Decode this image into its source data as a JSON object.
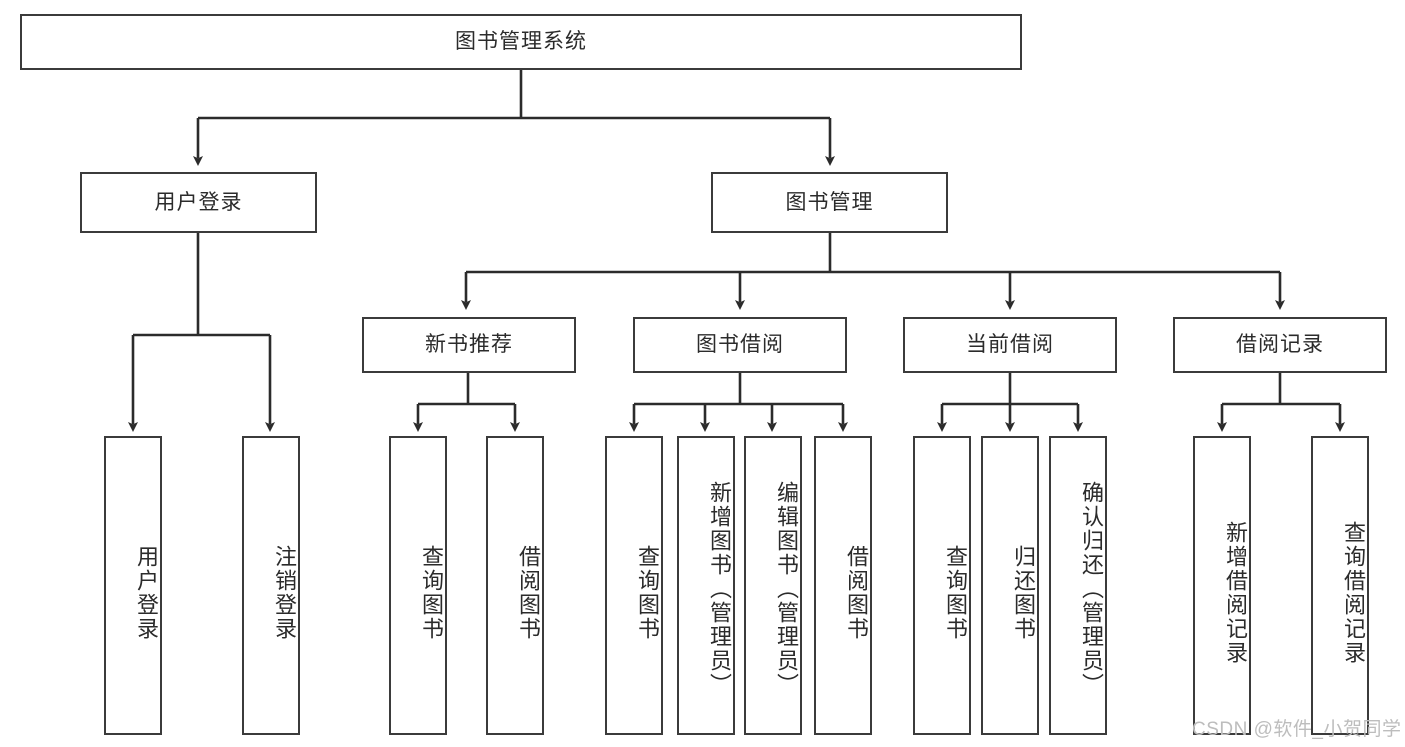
{
  "diagram": {
    "type": "tree-hierarchy",
    "title_node": {
      "label": "图书管理系统"
    },
    "level1": [
      {
        "label": "用户登录"
      },
      {
        "label": "图书管理"
      }
    ],
    "level2": [
      {
        "label": "新书推荐"
      },
      {
        "label": "图书借阅"
      },
      {
        "label": "当前借阅"
      },
      {
        "label": "借阅记录"
      }
    ],
    "leaves": {
      "user_login": [
        {
          "label": "用户登录"
        },
        {
          "label": "注销登录"
        }
      ],
      "new_book_recommend": [
        {
          "label": "查询图书"
        },
        {
          "label": "借阅图书"
        }
      ],
      "book_borrow": [
        {
          "label": "查询图书"
        },
        {
          "label": "新增图书（管理员）"
        },
        {
          "label": "编辑图书（管理员）"
        },
        {
          "label": "借阅图书"
        }
      ],
      "current_borrow": [
        {
          "label": "查询图书"
        },
        {
          "label": "归还图书"
        },
        {
          "label": "确认归还（管理员）"
        }
      ],
      "borrow_record": [
        {
          "label": "新增借阅记录"
        },
        {
          "label": "查询借阅记录"
        }
      ]
    }
  },
  "watermark": {
    "text": "CSDN @软件_小贺同学"
  },
  "colors": {
    "border": "#3b3b3b",
    "text": "#2b2b2b",
    "background": "#ffffff",
    "watermark": "#bdbdbd"
  }
}
